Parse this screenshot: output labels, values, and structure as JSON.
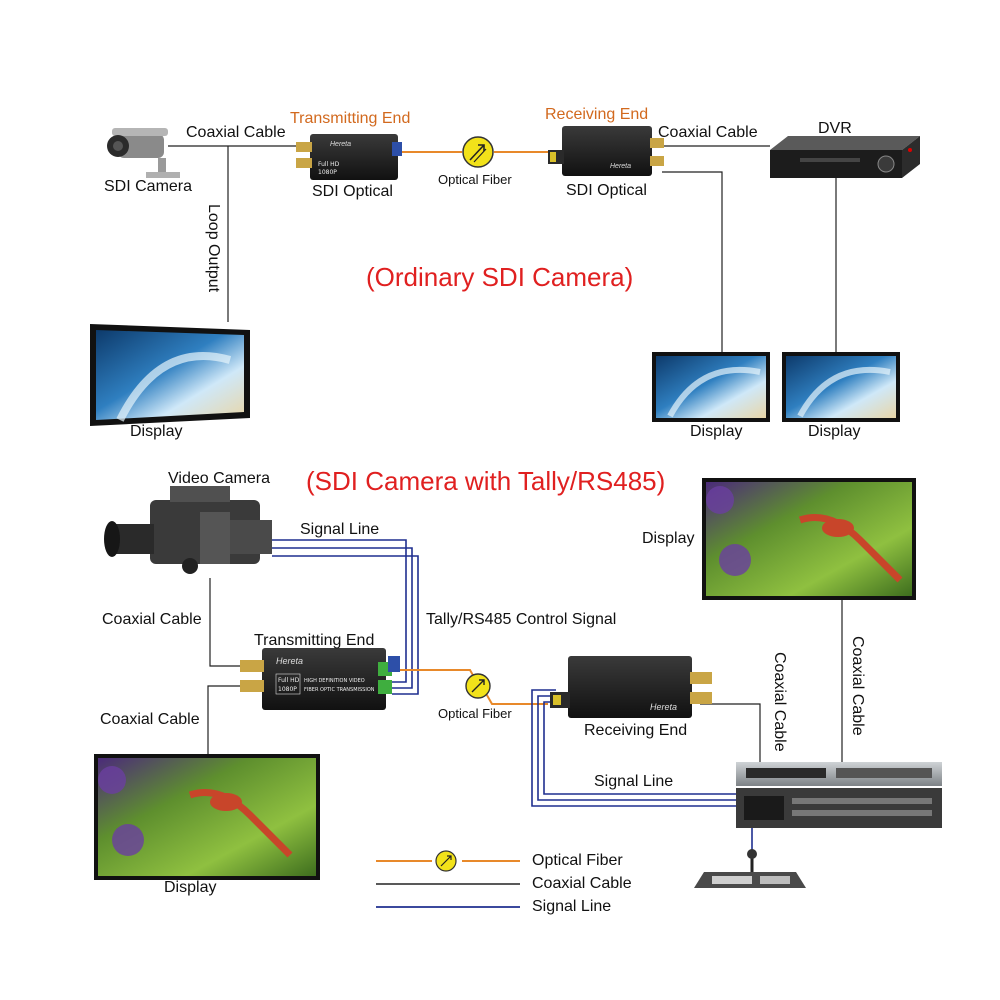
{
  "labels": {
    "coax_top_left": "Coaxial Cable",
    "transmitting_end_top": "Transmitting End",
    "receiving_end_top": "Receiving End",
    "coax_top_right": "Coaxial Cable",
    "dvr": "DVR",
    "sdi_camera": "SDI Camera",
    "sdi_optical_tx": "SDI Optical",
    "sdi_optical_rx": "SDI Optical",
    "optical_fiber_top": "Optical Fiber",
    "loop_output": "Loop Output",
    "ordinary_title": "(Ordinary SDI Camera)",
    "display_top_left": "Display",
    "display_top_mid": "Display",
    "display_top_right": "Display",
    "video_camera": "Video Camera",
    "tally_title": "(SDI Camera with Tally/RS485)",
    "display_bottom_right": "Display",
    "signal_line_top": "Signal Line",
    "coax_bottom_left_upper": "Coaxial Cable",
    "tally_control": "Tally/RS485 Control Signal",
    "transmitting_end_bottom": "Transmitting End",
    "coax_bottom_left_lower": "Coaxial Cable",
    "optical_fiber_bottom": "Optical Fiber",
    "receiving_end_bottom": "Receiving End",
    "coax_vertical_mid": "Coaxial Cable",
    "coax_vertical_right": "Coaxial Cable",
    "signal_line_bottom": "Signal Line",
    "display_bottom_left": "Display"
  },
  "legend": {
    "optical_fiber": "Optical Fiber",
    "coaxial_cable": "Coaxial Cable",
    "signal_line": "Signal Line"
  },
  "device": {
    "brand": "Hereta",
    "badge_top": "Full HD",
    "badge_bottom": "1080P",
    "line1": "HIGH DEFINITION VIDEO",
    "line2": "FIBER OPTIC TRANSMISSION"
  },
  "colors": {
    "optical_fiber": "#e8892a",
    "coaxial_cable": "#222222",
    "signal_line": "#1f2f8f",
    "title_red": "#e02020",
    "label_orange": "#d2691e"
  }
}
